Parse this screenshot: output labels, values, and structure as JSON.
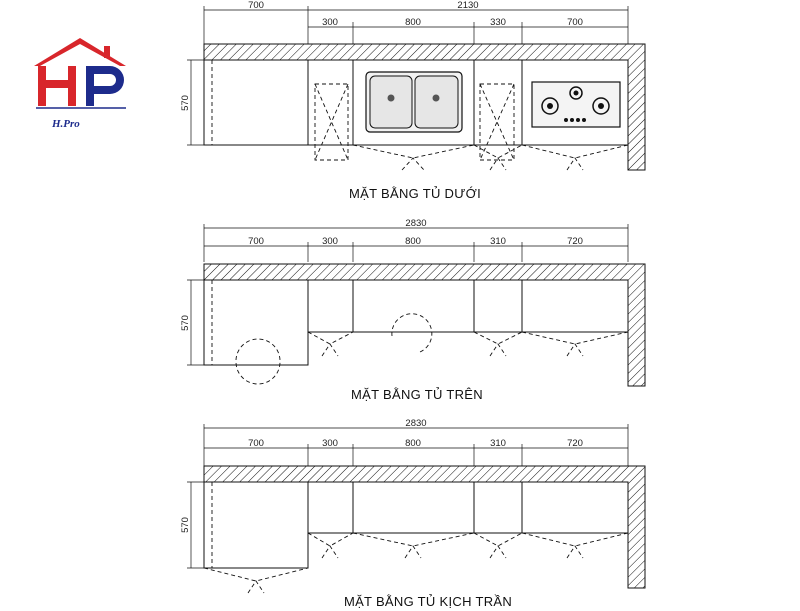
{
  "logo": {
    "text": "H.Pro",
    "colors": {
      "red": "#d8262b",
      "blue": "#1d2b8c"
    }
  },
  "plans": [
    {
      "id": "lower",
      "title": "MẶT BẰNG TỦ DƯỚI",
      "depth_label": "570",
      "total_left": "700",
      "total_right": "2130",
      "segments": [
        "700",
        "300",
        "800",
        "330",
        "700"
      ]
    },
    {
      "id": "upper",
      "title": "MẶT BẰNG TỦ TRÊN",
      "depth_label": "570",
      "total": "2830",
      "segments": [
        "700",
        "300",
        "800",
        "310",
        "720"
      ]
    },
    {
      "id": "ceiling",
      "title": "MẶT BẰNG TỦ KỊCH TRẦN",
      "depth_label": "570",
      "total": "2830",
      "segments": [
        "700",
        "300",
        "800",
        "310",
        "720"
      ]
    }
  ]
}
